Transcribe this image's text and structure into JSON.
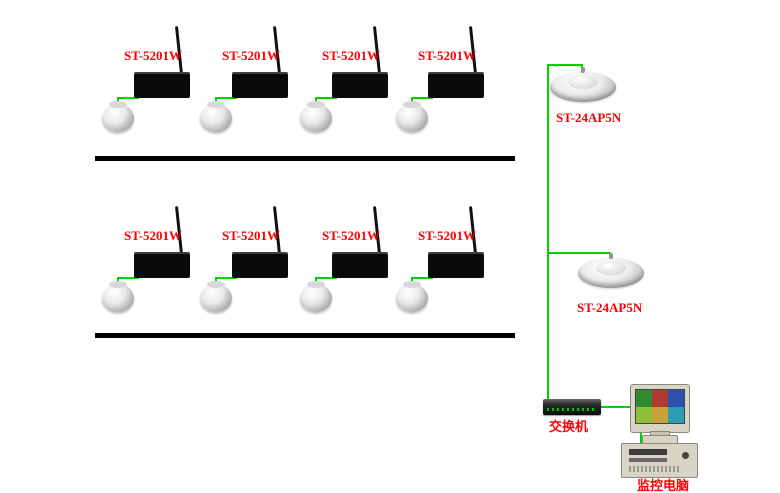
{
  "diagram": {
    "transmitters": {
      "label": "ST-5201W",
      "count_per_row": 4,
      "rows": 2
    },
    "access_points": {
      "label": "ST-24AP5N",
      "count": 2
    },
    "switch": {
      "label": "交换机"
    },
    "computer": {
      "label": "监控电脑"
    },
    "colors": {
      "label_text": "#ff0000",
      "cable": "#00d200",
      "wall": "#000000"
    }
  }
}
